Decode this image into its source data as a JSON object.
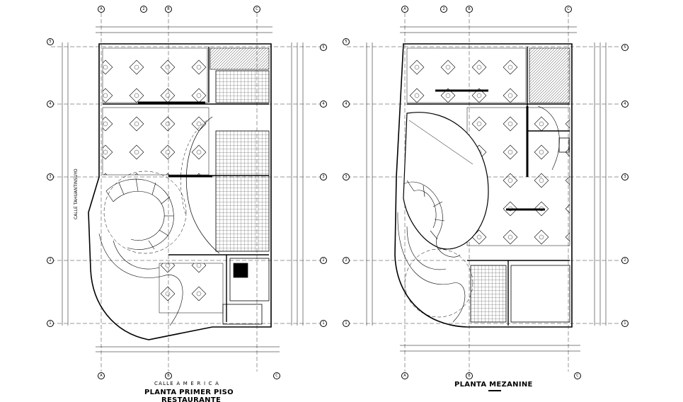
{
  "plans": [
    {
      "title_line1": "PLANTA PRIMER PISO",
      "title_line2": "RESTAURANTE",
      "street_bottom": "CALLE   A M E R I C A",
      "street_side": "CALLE TAHUANTINSUYO",
      "axes_cols": [
        "A",
        "B",
        "2",
        "C"
      ],
      "axes_rows": [
        "5",
        "4",
        "3",
        "2",
        "1"
      ]
    },
    {
      "title_line1": "PLANTA MEZANINE",
      "axes_cols": [
        "A",
        "B",
        "2",
        "C"
      ],
      "axes_rows": [
        "5",
        "4",
        "3",
        "2",
        "1"
      ]
    }
  ],
  "colors": {
    "ink": "#000000",
    "paper": "#ffffff"
  }
}
